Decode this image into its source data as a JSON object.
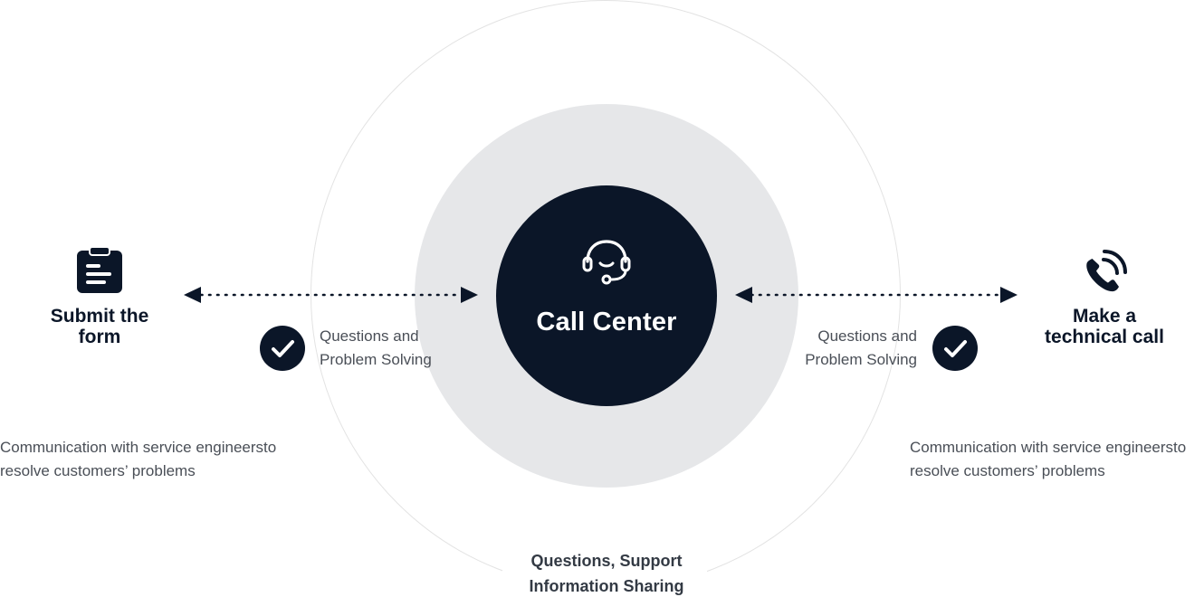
{
  "center": {
    "title": "Call Center",
    "icon": "headset-icon"
  },
  "outer_label": {
    "line1": "Questions, Support",
    "line2": "Information Sharing"
  },
  "left": {
    "icon": "clipboard-icon",
    "title_line1": "Submit the",
    "title_line2": "form",
    "connector_text_line1": "Questions and",
    "connector_text_line2": "Problem Solving",
    "description_line1": "Communication with service engineersto",
    "description_line2": "resolve customers’ problems"
  },
  "right": {
    "icon": "phone-icon",
    "title_line1": "Make a",
    "title_line2": "technical call",
    "connector_text_line1": "Questions and",
    "connector_text_line2": "Problem Solving",
    "description_line1": "Communication with service engineersto",
    "description_line2": "resolve customers’ problems"
  },
  "colors": {
    "navy": "#0b1628",
    "light_gray": "#e6e7e9",
    "ring": "#e3e3e3",
    "text_gray": "#4a4f57"
  }
}
